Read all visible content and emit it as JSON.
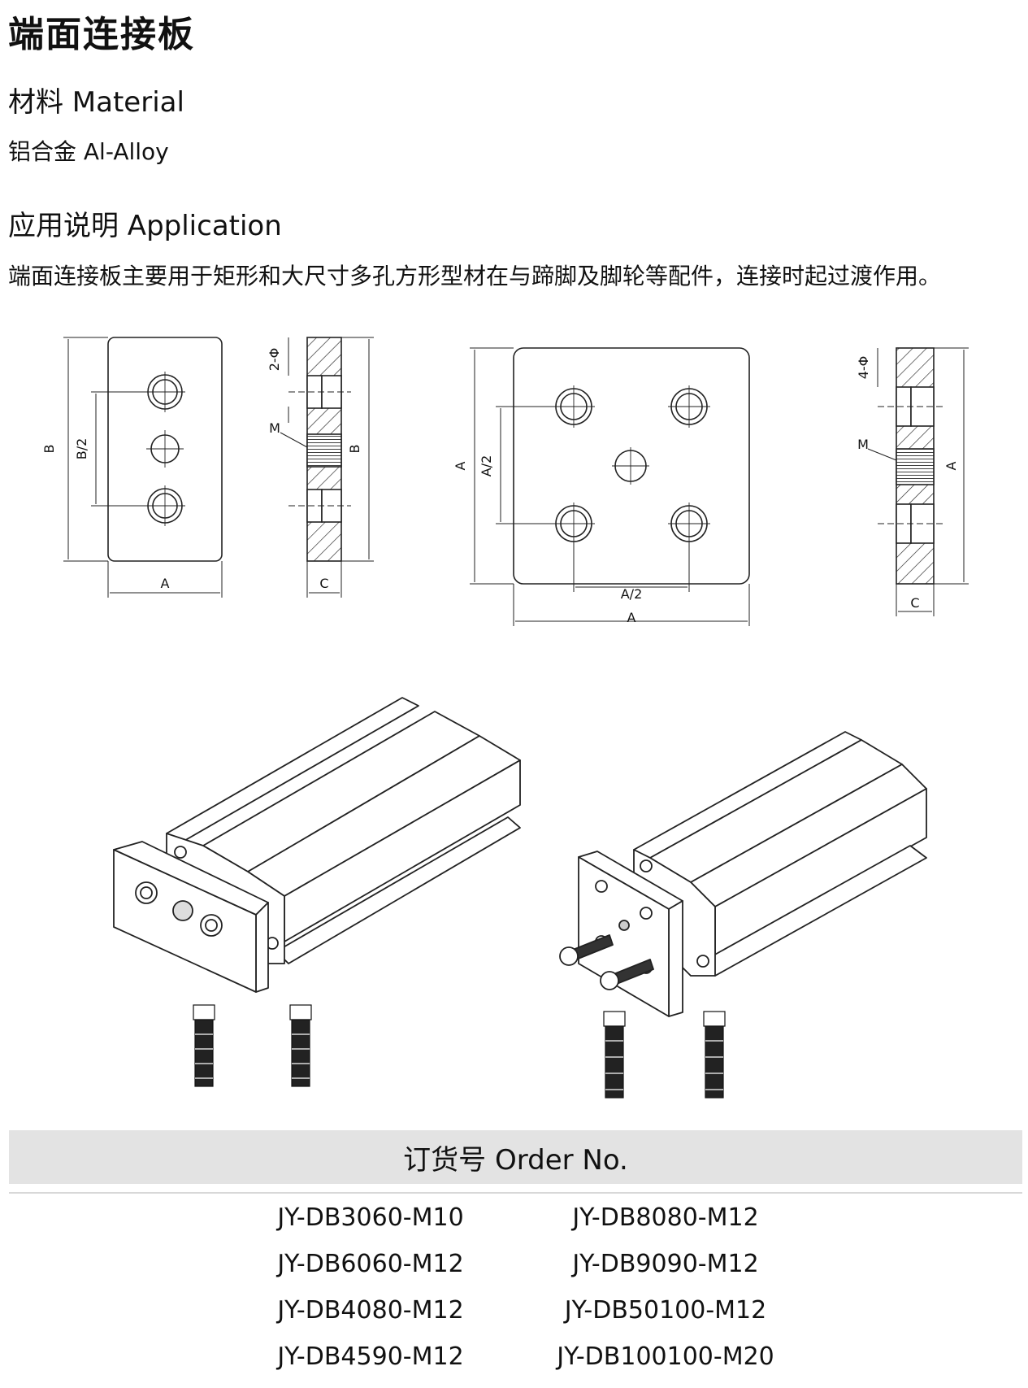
{
  "page_title": "端面连接板",
  "material": {
    "heading": "材料 Material",
    "value": "铝合金 Al-Alloy"
  },
  "application": {
    "heading": "应用说明 Application",
    "text": "端面连接板主要用于矩形和大尺寸多孔方形型材在与蹄脚及脚轮等配件，连接时起过渡作用。"
  },
  "drawing_labels": {
    "a": "A",
    "b": "B",
    "b_half": "B/2",
    "a_half": "A/2",
    "c": "C",
    "m": "M",
    "holes_2": "2-Φ",
    "holes_4": "4-Φ"
  },
  "order": {
    "heading": "订货号 Order No.",
    "rows": [
      [
        "JY-DB3060-M10",
        "JY-DB8080-M12"
      ],
      [
        "JY-DB6060-M12",
        "JY-DB9090-M12"
      ],
      [
        "JY-DB4080-M12",
        "JY-DB50100-M12"
      ],
      [
        "JY-DB4590-M12",
        "JY-DB100100-M20"
      ]
    ]
  }
}
